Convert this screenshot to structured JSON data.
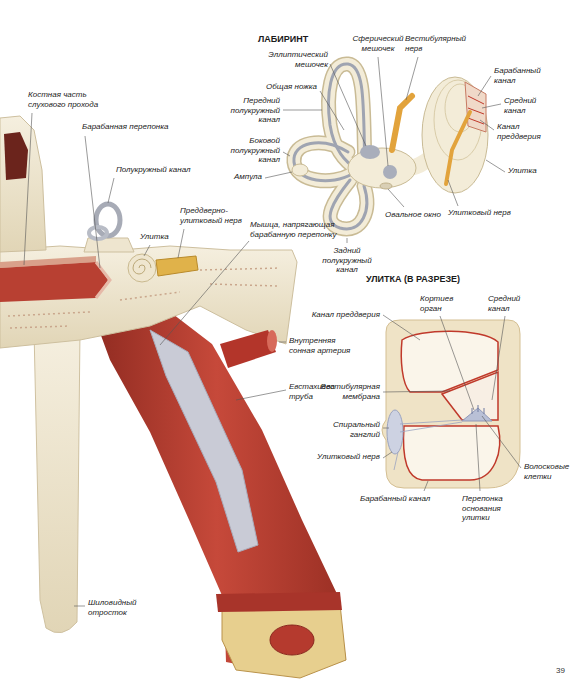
{
  "diagram": {
    "labels": [
      "ЛАБИРИНТ",
      "Эллиптический мешочек",
      "Сферический мешочек",
      "Вестибулярный нерв",
      "Общая ножка",
      "Передний полукружный канал",
      "Барабанный канал",
      "Средний канал",
      "Канал преддверия",
      "Боковой полукружный канал",
      "Ампула",
      "Улитка",
      "Улитковый нерв",
      "Овальное окно",
      "Задний полукружный канал",
      "Костная часть слухового прохода",
      "Барабанная перепонка",
      "Полукружный канал",
      "Преддверно-улитковый нерв",
      "Улитка",
      "Мышца, напрягающая барабанную перепонку",
      "Внутренняя сонная артерия",
      "Евстахиева труба",
      "Шиловидный отросток",
      "УЛИТКА (В РАЗРЕЗЕ)",
      "Канал преддверия",
      "Кортиев орган",
      "Средний канал",
      "Вестибулярная мембрана",
      "Спиральный ганглий",
      "Улитковый нерв",
      "Волосковые клетки",
      "Барабанный канал",
      "Перепонка основания улитки",
      "39"
    ]
  }
}
